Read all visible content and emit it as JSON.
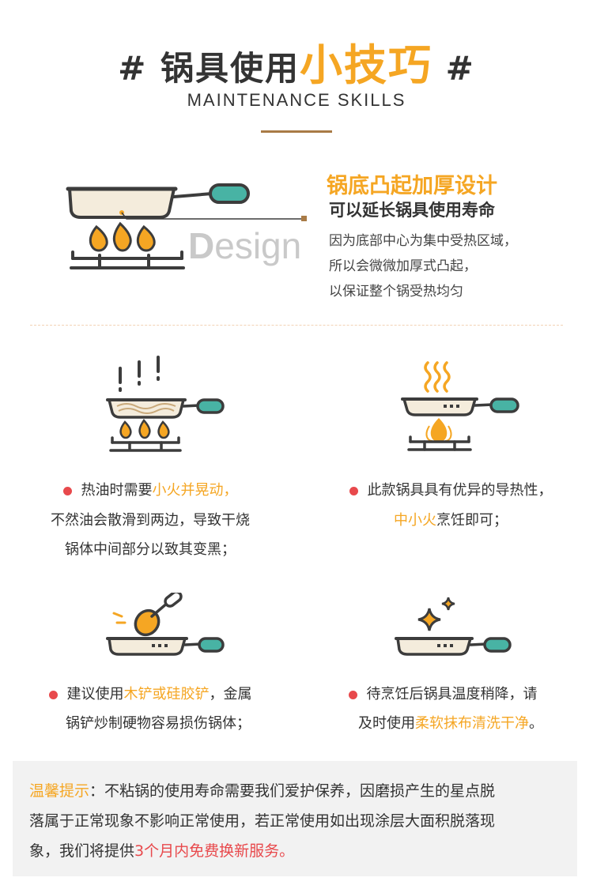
{
  "header": {
    "hash_left": "#",
    "title_main": "锅具使用",
    "title_accent": "小技巧",
    "hash_right": "#",
    "subtitle": "MAINTENANCE SKILLS"
  },
  "design_section": {
    "illustration_word_cap": "D",
    "illustration_word_rest": "esign",
    "heading": "锅底凸起加厚设计",
    "subheading": "可以延长锅具使用寿命",
    "lines": [
      "因为底部中心为集中受热区域，",
      "所以会微微加厚式凸起，",
      "以保证整个锅受热均匀"
    ]
  },
  "tips": {
    "tip1": {
      "line1_plain": "热油时需要",
      "line1_highlight": "小火并晃动，",
      "line2": "不然油会散滑到两边，导致干烧",
      "line3": "锅体中间部分以致其变黑；"
    },
    "tip2": {
      "line1": "此款锅具具有优异的导热性，",
      "line2_highlight": "中小火",
      "line2_plain": "烹饪即可；"
    },
    "tip3": {
      "line1_plain": "建议使用",
      "line1_highlight": "木铲或硅胶铲",
      "line1_tail": "，金属",
      "line2": "锅铲炒制硬物容易损伤锅体；"
    },
    "tip4": {
      "line1": "待烹饪后锅具温度稍降，请",
      "line2_plain": "及时使用",
      "line2_highlight": "柔软抹布清洗干净",
      "line2_tail": "。"
    }
  },
  "warm_tip": {
    "label": "温馨提示",
    "colon": "：",
    "row1": "不粘锅的使用寿命需要我们爱护保养，因磨损产生的星点脱",
    "row2": "落属于正常现象不影响正常使用，若正常使用如出现涂层大面积脱落现",
    "row3_plain": "象，我们将提供",
    "row3_highlight": "3个月内免费换新服务。"
  },
  "colors": {
    "accent_orange": "#f5a623",
    "bullet_red": "#e8494c",
    "handle_teal": "#48b3a4",
    "pan_cream": "#f4ecdc",
    "outline_dark": "#3c3c3c",
    "divider_brown": "#a97b46"
  }
}
